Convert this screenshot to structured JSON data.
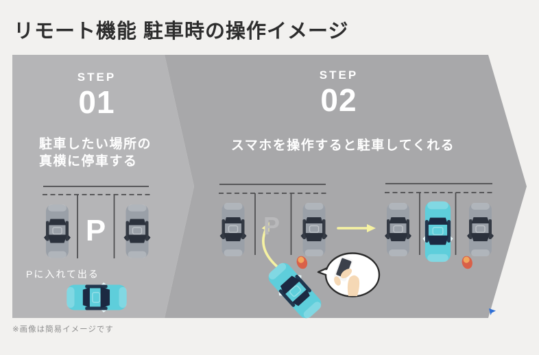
{
  "title": "リモート機能 駐車時の操作イメージ",
  "footnote": "※画像は簡易イメージです",
  "steps": [
    {
      "label": "STEP",
      "number": "01",
      "description_line1": "駐車したい場所の",
      "description_line2": "真横に停車する",
      "annotation": "Pに入れて出る",
      "parking_sign": "P"
    },
    {
      "label": "STEP",
      "number": "02",
      "description": "スマホを操作すると駐車してくれる",
      "parking_sign": "P"
    }
  ],
  "illustration": {
    "icons": [
      "parked-car-icon",
      "remote-car-icon",
      "driver-icon",
      "curved-arrow-icon",
      "next-arrow-icon",
      "speech-bubble",
      "smartphone-icon",
      "cursor-icon"
    ],
    "colors": {
      "page_background": "#f2f1ef",
      "panel_step1": "#b5b5b7",
      "panel_step2": "#a8a8aa",
      "title_text": "#2d2d2d",
      "step_text": "#ffffff",
      "faded_sign": "#b9b9bb",
      "car_gray": "#9aa0a8",
      "car_teal": "#5ecedb",
      "car_window": "#2b313c",
      "arrow_yellow": "#f6f2a2",
      "person_orange": "#d96048",
      "person_head": "#f1a75e",
      "bubble_fill": "#ffffff",
      "bubble_stroke": "#2b2b2b",
      "cursor_blue": "#2f6fd6",
      "footnote_gray": "#8f8f8f"
    }
  }
}
